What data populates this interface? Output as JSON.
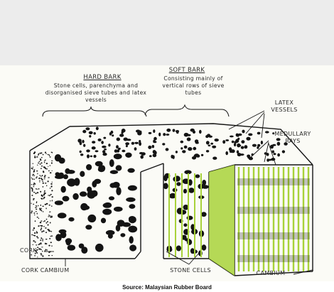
{
  "diagram": {
    "hard_bark": {
      "title": "HARD BARK",
      "description": "Stone cells, parenchyma and disorganised sieve tubes and latex vessels"
    },
    "soft_bark": {
      "title": "SOFT BARK",
      "description": "Consisting mainly of vertical rows of sieve tubes"
    },
    "labels": {
      "latex_vessels": "LATEX VESSELS",
      "medullary_rays": "MEDULLARY RAYS",
      "cork": "CORK",
      "cork_cambium": "CORK CAMBIUM",
      "stone_cells": "STONE CELLS",
      "cambium": "CAMBIUM"
    },
    "colors": {
      "ink": "#141414",
      "latex_green": "#a8d23a",
      "paper": "#fbfbf6"
    }
  },
  "caption": "Source: Malaysian Rubber Board"
}
